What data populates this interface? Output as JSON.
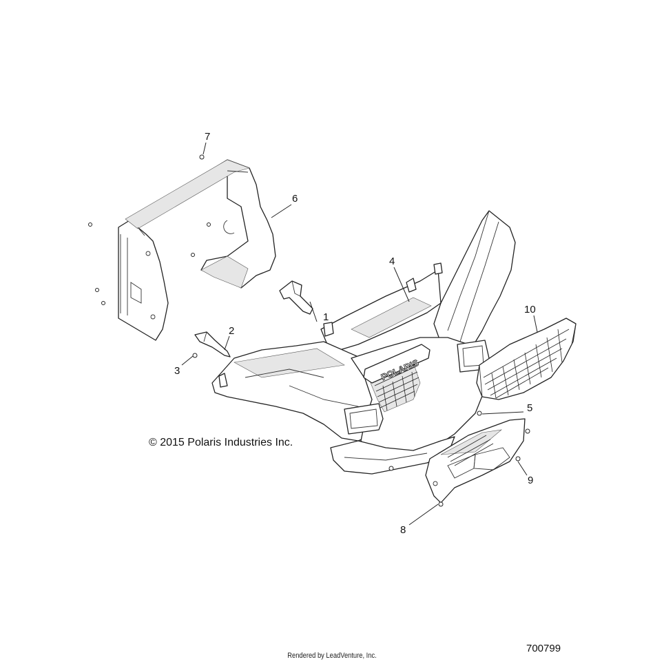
{
  "copyright": "© 2015 Polaris Industries Inc.",
  "footer": "Rendered by LeadVenture, Inc.",
  "figure_number": "700799",
  "brand_lettering": "POLARIS",
  "callouts": [
    "1",
    "2",
    "3",
    "4",
    "5",
    "6",
    "7",
    "8",
    "9",
    "10"
  ]
}
